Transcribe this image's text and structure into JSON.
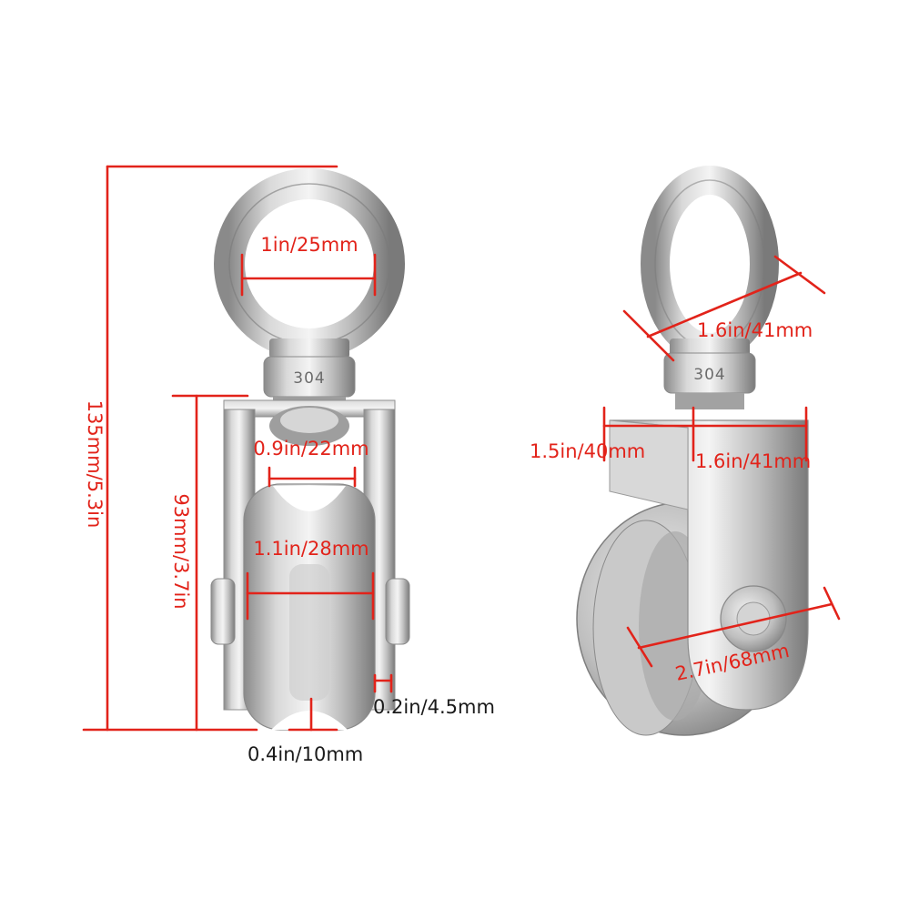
{
  "product": {
    "stamp_text": "304"
  },
  "colors": {
    "annotation_red": "#e2231a",
    "annotation_black": "#1a1a1a",
    "steel_light": "#e8e8e8",
    "steel_mid": "#b4b4b4",
    "steel_dark": "#6e6e6e"
  },
  "left_view": {
    "overall_height": "135mm/5.3in",
    "body_height": "93mm/3.7in",
    "ring_inner": "1in/25mm",
    "opening_width": "0.9in/22mm",
    "wheel_width": "1.1in/28mm",
    "side_plate": "0.2in/4.5mm",
    "groove_width": "0.4in/10mm"
  },
  "right_view": {
    "ring_outer": "1.6in/41mm",
    "plate_width": "1.5in/40mm",
    "plate_depth": "1.6in/41mm",
    "wheel_diameter": "2.7in/68mm"
  }
}
